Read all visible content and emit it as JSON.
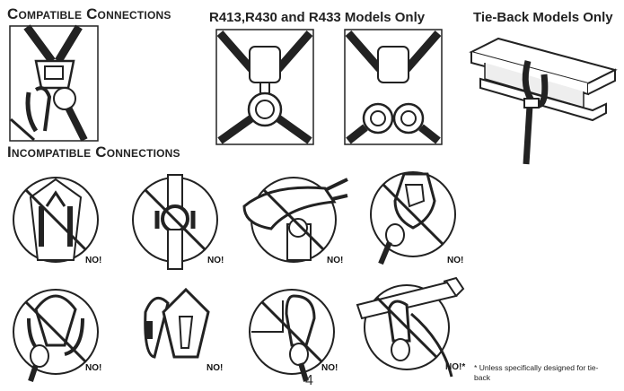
{
  "headings": {
    "compatible": "Compatible Connections",
    "models": "R413,R430 and R433 Models Only",
    "tieback": "Tie-Back Models Only",
    "incompatible": "Incompatible Connections"
  },
  "incompatible_labels": [
    "NO!",
    "NO!",
    "NO!",
    "NO!",
    "NO!",
    "NO!",
    "NO!",
    "NO!*"
  ],
  "footnote": {
    "mark": "*",
    "text": "Unless specifically designed for tie-back"
  },
  "page_number": "4"
}
